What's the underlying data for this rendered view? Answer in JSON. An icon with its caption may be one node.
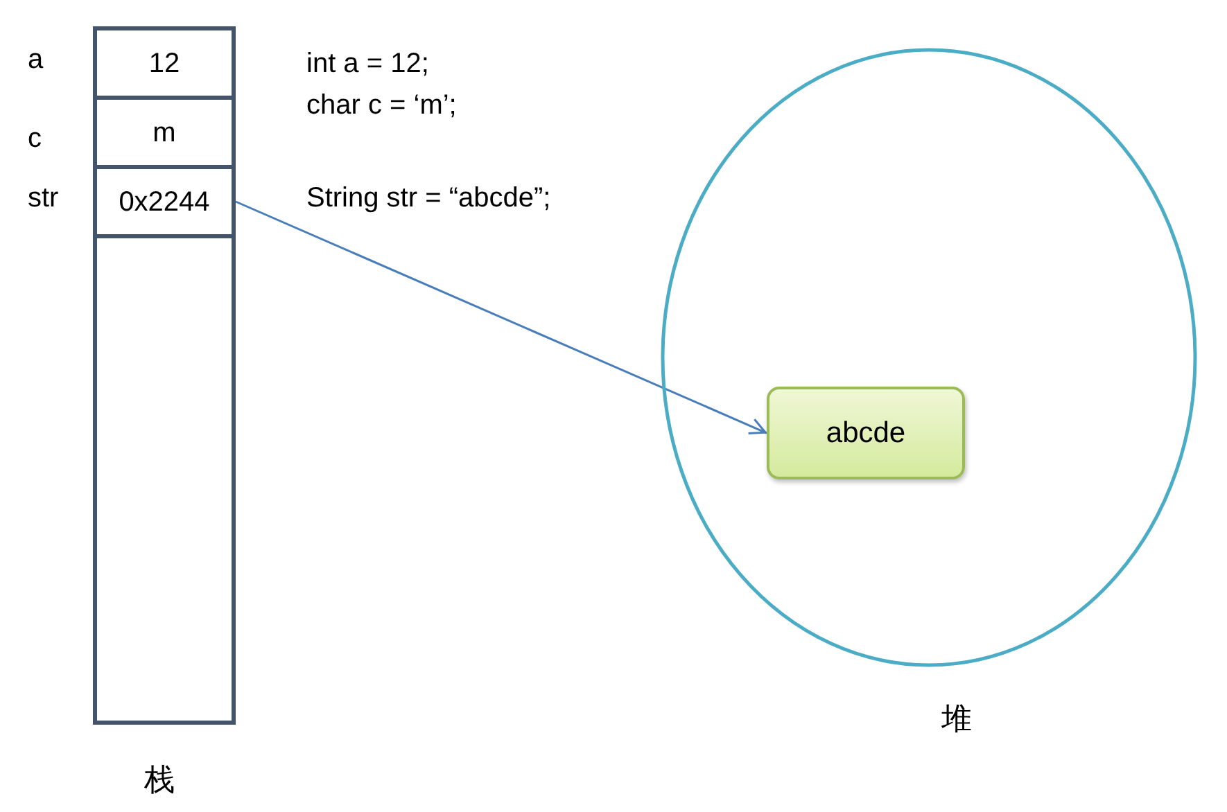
{
  "diagram": {
    "nodes": [
      {
        "text": [
          "栈"
        ]
      },
      {
        "text": [
          "12"
        ],
        "in": 0,
        "beside": [
          "a"
        ]
      },
      {
        "text": [
          "m"
        ],
        "in": 0,
        "beside": [
          "c"
        ]
      },
      {
        "text": [
          "0x2244"
        ],
        "in": 0,
        "beside": [
          "str"
        ]
      },
      {
        "text": [
          "堆"
        ]
      },
      {
        "text": [
          "abcde"
        ],
        "in": 4
      }
    ],
    "edges": [
      {
        "from": 3,
        "to": 5,
        "arrow": "to"
      }
    ],
    "labels": [
      "int a = 12;",
      "char c = ‘m’;",
      "String str = “abcde”;"
    ]
  }
}
